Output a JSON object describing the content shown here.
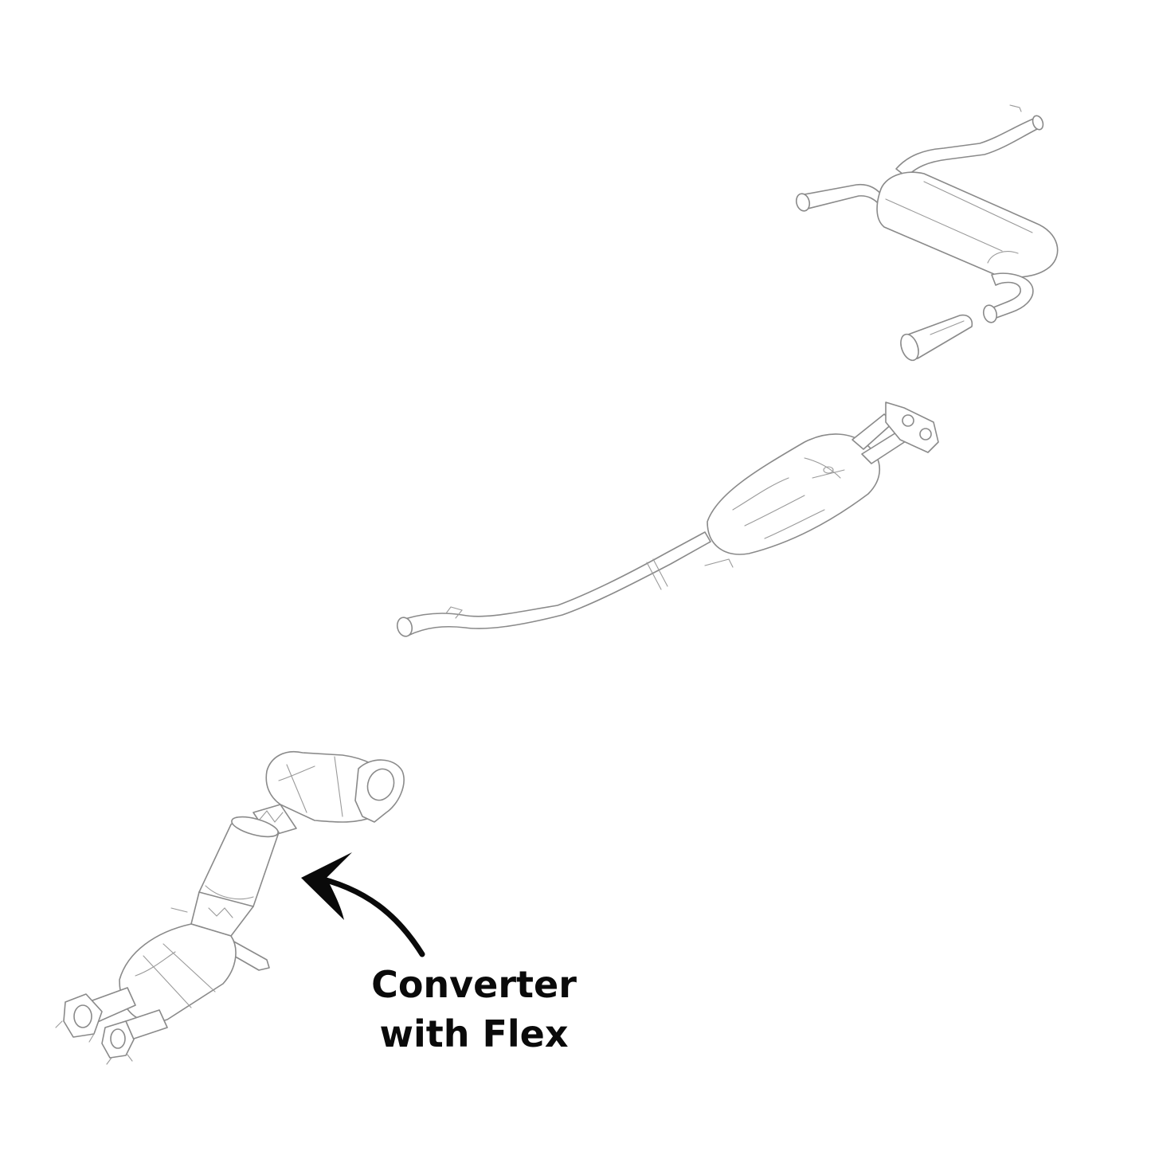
{
  "callout": {
    "line1": "Converter",
    "line2": "with Flex",
    "color": "#0a0a0a"
  },
  "parts": [
    "rear-muffler",
    "exhaust-tips",
    "center-resonator-pipe",
    "catalytic-converter-with-flex"
  ],
  "colors": {
    "line_art": "#8a8a8a",
    "background": "#ffffff"
  }
}
